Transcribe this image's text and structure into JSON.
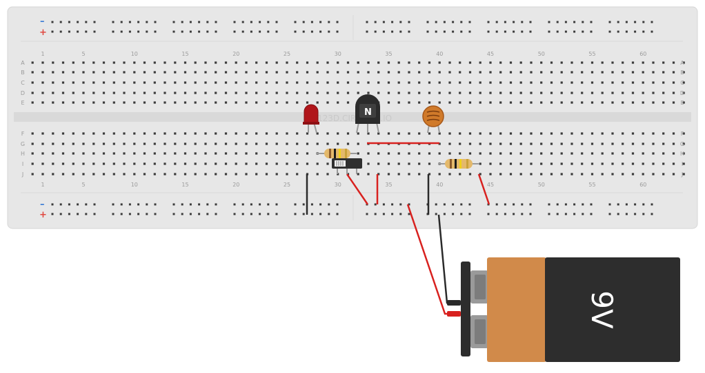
{
  "breadboard": {
    "watermark": "123D.CIRCUITS.IO",
    "column_numbers": [
      "1",
      "5",
      "10",
      "15",
      "20",
      "25",
      "30",
      "35",
      "40",
      "45",
      "50",
      "55",
      "60"
    ],
    "top_row_letters": [
      "A",
      "B",
      "C",
      "D",
      "E"
    ],
    "bottom_row_letters": [
      "F",
      "G",
      "H",
      "I",
      "J"
    ],
    "rail_minus": "–",
    "rail_plus": "+",
    "colors": {
      "board": "#e7e7e7",
      "hole": "#3a3a3a",
      "minus": "#3a7bd5",
      "plus": "#e0473f"
    }
  },
  "components": {
    "transistor_label": "N",
    "battery_label": "9V",
    "colors": {
      "wire_red": "#d8211f",
      "wire_black": "#2a2a2a",
      "led": "#b0151a",
      "ldr": "#d07a2a",
      "battery_orange": "#d18a4a",
      "battery_black": "#2d2d2d"
    }
  }
}
